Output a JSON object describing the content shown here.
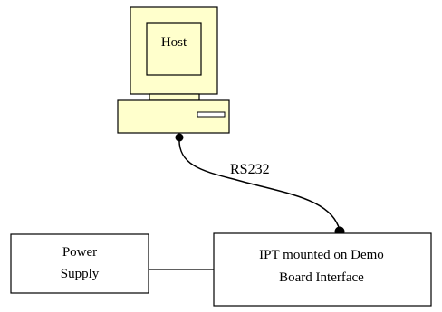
{
  "colors": {
    "monitor_fill": "#FFFFCC",
    "outline": "#000000",
    "background": "#FFFFFF",
    "wire": "#000000"
  },
  "host": {
    "screen_label": "Host",
    "icon": "desktop-computer-icon"
  },
  "connection": {
    "label": "RS232"
  },
  "power_supply": {
    "line1": "Power",
    "line2": "Supply"
  },
  "ipt": {
    "line1": "IPT mounted on Demo",
    "line2": "Board Interface"
  }
}
